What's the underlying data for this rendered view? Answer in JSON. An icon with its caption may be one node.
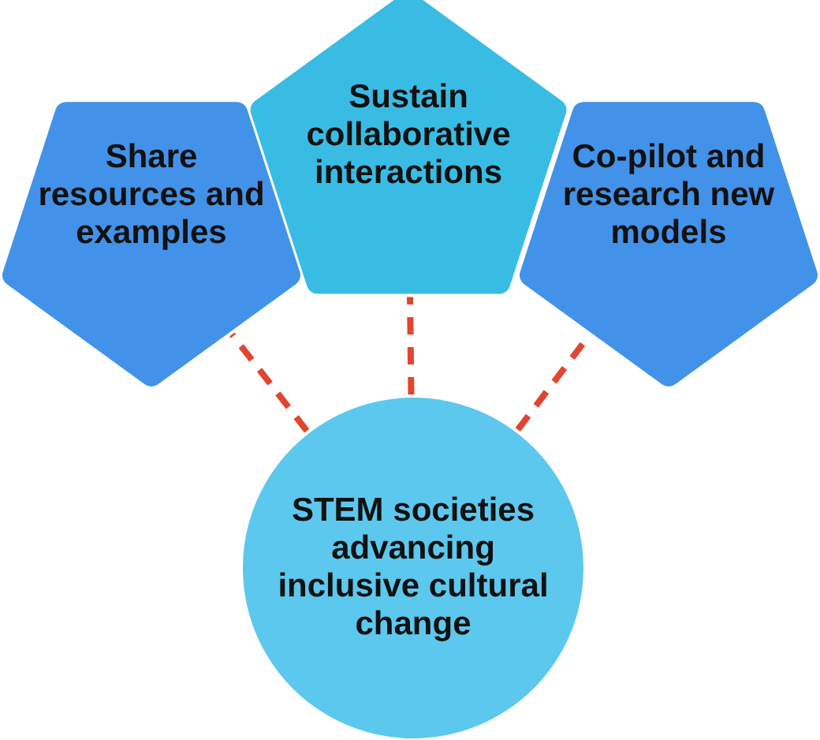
{
  "diagram": {
    "nodes": [
      {
        "text": [
          "Share resources and examples"
        ]
      },
      {
        "text": [
          "Sustain collaborative interactions"
        ]
      },
      {
        "text": [
          "Co-pilot and research new models"
        ]
      },
      {
        "text": [
          "STEM societies advancing inclusive cultural change"
        ]
      }
    ],
    "edges": [
      {
        "from": 3,
        "to": 0,
        "arrow": "none",
        "style": "dashed",
        "color": "#e2452d"
      },
      {
        "from": 3,
        "to": 1,
        "arrow": "none",
        "style": "dashed",
        "color": "#e2452d"
      },
      {
        "from": 3,
        "to": 2,
        "arrow": "none",
        "style": "dashed",
        "color": "#e2452d"
      }
    ]
  }
}
